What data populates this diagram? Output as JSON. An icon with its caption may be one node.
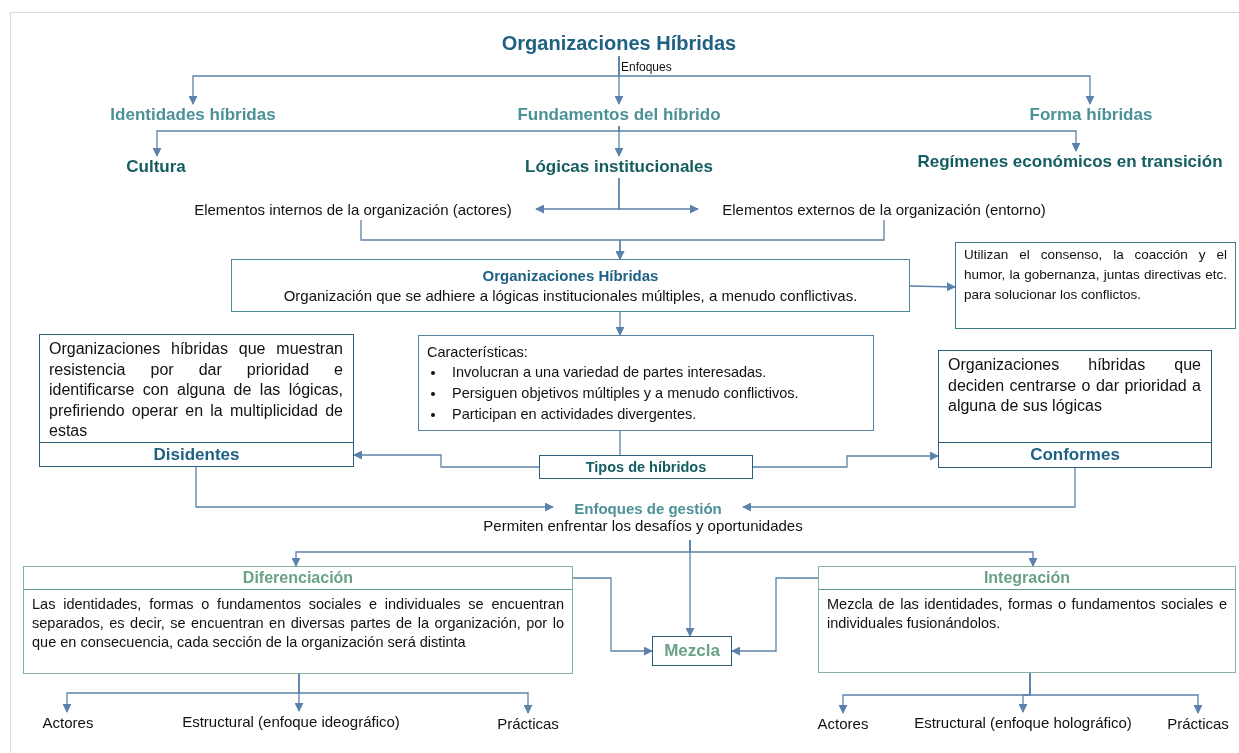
{
  "diagram": {
    "nodes": [
      {
        "text": [
          "Organizaciones Híbridas"
        ],
        "beside": [
          "Enfoques"
        ]
      },
      {
        "text": [
          "Identidades híbridas"
        ]
      },
      {
        "text": [
          "Fundamentos del híbrido"
        ]
      },
      {
        "text": [
          "Forma híbridas"
        ]
      },
      {
        "text": [
          "Cultura"
        ]
      },
      {
        "text": [
          "Lógicas institucionales"
        ]
      },
      {
        "text": [
          "Regímenes económicos en transición"
        ]
      },
      {
        "text": [
          "Elementos internos de la organización (actores)"
        ]
      },
      {
        "text": [
          "Elementos externos de la organización (entorno)"
        ]
      },
      {
        "text": [
          "Organizaciones Híbridas",
          "Organización que se adhiere a lógicas institucionales múltiples, a menudo conflictivas."
        ]
      },
      {
        "text": [
          "Utilizan el consenso, la coacción y el humor, la gobernanza, juntas directivas etc. para solucionar los conflictos."
        ]
      },
      {
        "text": [
          "Características:",
          "Involucran a una variedad de partes interesadas.",
          "Persiguen objetivos múltiples y a menudo conflictivos.",
          "Participan en actividades divergentes."
        ]
      },
      {
        "text": [
          "Organizaciones híbridas que muestran resistencia por dar prioridad e identificarse con alguna de las lógicas, prefiriendo operar en la multiplicidad de estas",
          "Disidentes"
        ]
      },
      {
        "text": [
          "Tipos de híbridos"
        ]
      },
      {
        "text": [
          "Organizaciones híbridas que deciden centrarse o dar prioridad a alguna de sus lógicas",
          "Conformes"
        ]
      },
      {
        "text": [
          "Enfoques de gestión"
        ],
        "beside": [
          "Permiten enfrentar los desafíos y oportunidades"
        ]
      },
      {
        "text": [
          "Diferenciación",
          "Las identidades, formas o fundamentos sociales e individuales se encuentran separados, es decir, se encuentran en diversas partes de la organización, por lo que en consecuencia, cada sección de la organización será distinta"
        ]
      },
      {
        "text": [
          "Mezcla"
        ]
      },
      {
        "text": [
          "Integración",
          "Mezcla de las identidades, formas o fundamentos sociales e individuales fusionándolos."
        ]
      },
      {
        "text": [
          "Actores"
        ]
      },
      {
        "text": [
          "Estructural (enfoque ideográfico)"
        ]
      },
      {
        "text": [
          "Prácticas"
        ]
      },
      {
        "text": [
          "Actores"
        ]
      },
      {
        "text": [
          "Estructural (enfoque holográfico)"
        ]
      },
      {
        "text": [
          "Prácticas"
        ]
      }
    ],
    "edges": [
      {
        "from": 0,
        "to": 1,
        "arrow": "to"
      },
      {
        "from": 0,
        "to": 2,
        "arrow": "to"
      },
      {
        "from": 0,
        "to": 3,
        "arrow": "to"
      },
      {
        "from": 2,
        "to": 4,
        "arrow": "to"
      },
      {
        "from": 2,
        "to": 5,
        "arrow": "to"
      },
      {
        "from": 2,
        "to": 6,
        "arrow": "to"
      },
      {
        "from": 5,
        "to": 7,
        "arrow": "to"
      },
      {
        "from": 5,
        "to": 8,
        "arrow": "to"
      },
      {
        "from": 7,
        "to": 9,
        "arrow": "to"
      },
      {
        "from": 8,
        "to": 9,
        "arrow": "to"
      },
      {
        "from": 9,
        "to": 10,
        "arrow": "to"
      },
      {
        "from": 9,
        "to": 11,
        "arrow": "to"
      },
      {
        "from": 11,
        "to": 13,
        "arrow": "none"
      },
      {
        "from": 13,
        "to": 12,
        "arrow": "to"
      },
      {
        "from": 13,
        "to": 14,
        "arrow": "to"
      },
      {
        "from": 12,
        "to": 15,
        "arrow": "to"
      },
      {
        "from": 14,
        "to": 15,
        "arrow": "to"
      },
      {
        "from": 15,
        "to": 16,
        "arrow": "to"
      },
      {
        "from": 15,
        "to": 17,
        "arrow": "to"
      },
      {
        "from": 15,
        "to": 18,
        "arrow": "to"
      },
      {
        "from": 16,
        "to": 17,
        "arrow": "to"
      },
      {
        "from": 18,
        "to": 17,
        "arrow": "to"
      },
      {
        "from": 16,
        "to": 19,
        "arrow": "to"
      },
      {
        "from": 16,
        "to": 20,
        "arrow": "to"
      },
      {
        "from": 16,
        "to": 21,
        "arrow": "to"
      },
      {
        "from": 18,
        "to": 22,
        "arrow": "to"
      },
      {
        "from": 18,
        "to": 23,
        "arrow": "to"
      },
      {
        "from": 18,
        "to": 24,
        "arrow": "to"
      }
    ]
  }
}
